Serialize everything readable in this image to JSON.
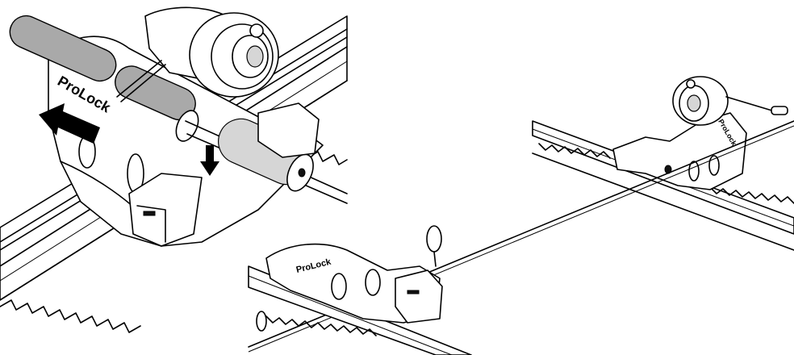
{
  "labels": {
    "brand_left": "ProLock",
    "brand_right": "ProLock",
    "brand_bottom": "ProLock"
  },
  "colors": {
    "line": "#000000",
    "background": "#ffffff",
    "handle_gray": "#a9a9a9",
    "light_gray": "#d6d6d6"
  },
  "icons": {
    "left_arrow": "push-arrow-icon",
    "down_arrow": "press-down-arrow-icon"
  }
}
